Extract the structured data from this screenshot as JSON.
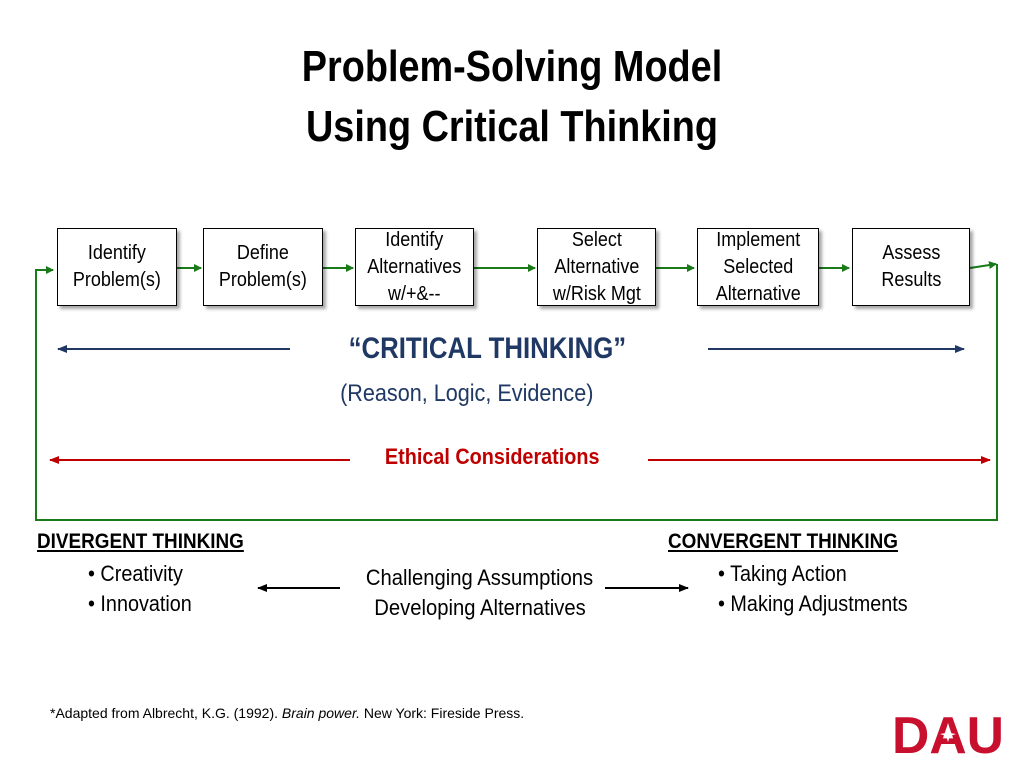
{
  "title": {
    "line1": "Problem-Solving Model",
    "line2": "Using Critical Thinking"
  },
  "steps": [
    {
      "label": "Identify\nProblem(s)"
    },
    {
      "label": "Define\nProblem(s)"
    },
    {
      "label": "Identify\nAlternatives\nw/+&--"
    },
    {
      "label": "Select\nAlternative\nw/Risk Mgt"
    },
    {
      "label": "Implement\nSelected\nAlternative"
    },
    {
      "label": "Assess\nResults"
    }
  ],
  "critical_thinking": {
    "heading": "“CRITICAL THINKING”",
    "subtitle": "(Reason, Logic, Evidence)"
  },
  "ethical": {
    "label": "Ethical Considerations"
  },
  "divergent": {
    "heading": "DIVERGENT THINKING",
    "items": [
      "• Creativity",
      "• Innovation"
    ]
  },
  "middle": {
    "line1": "Challenging Assumptions",
    "line2": "Developing Alternatives"
  },
  "convergent": {
    "heading": "CONVERGENT THINKING",
    "items": [
      "• Taking Action",
      "• Making Adjustments"
    ]
  },
  "citation": {
    "prefix": "*Adapted from Albrecht, K.G. (1992). ",
    "book": "Brain power.",
    "suffix": " New York: Fireside Press."
  },
  "logo": {
    "text": "DAU"
  },
  "colors": {
    "flow_arrow": "#1a7a1a",
    "critical_thinking": "#1f3864",
    "ethical": "#c00000",
    "logo": "#c8102e"
  }
}
